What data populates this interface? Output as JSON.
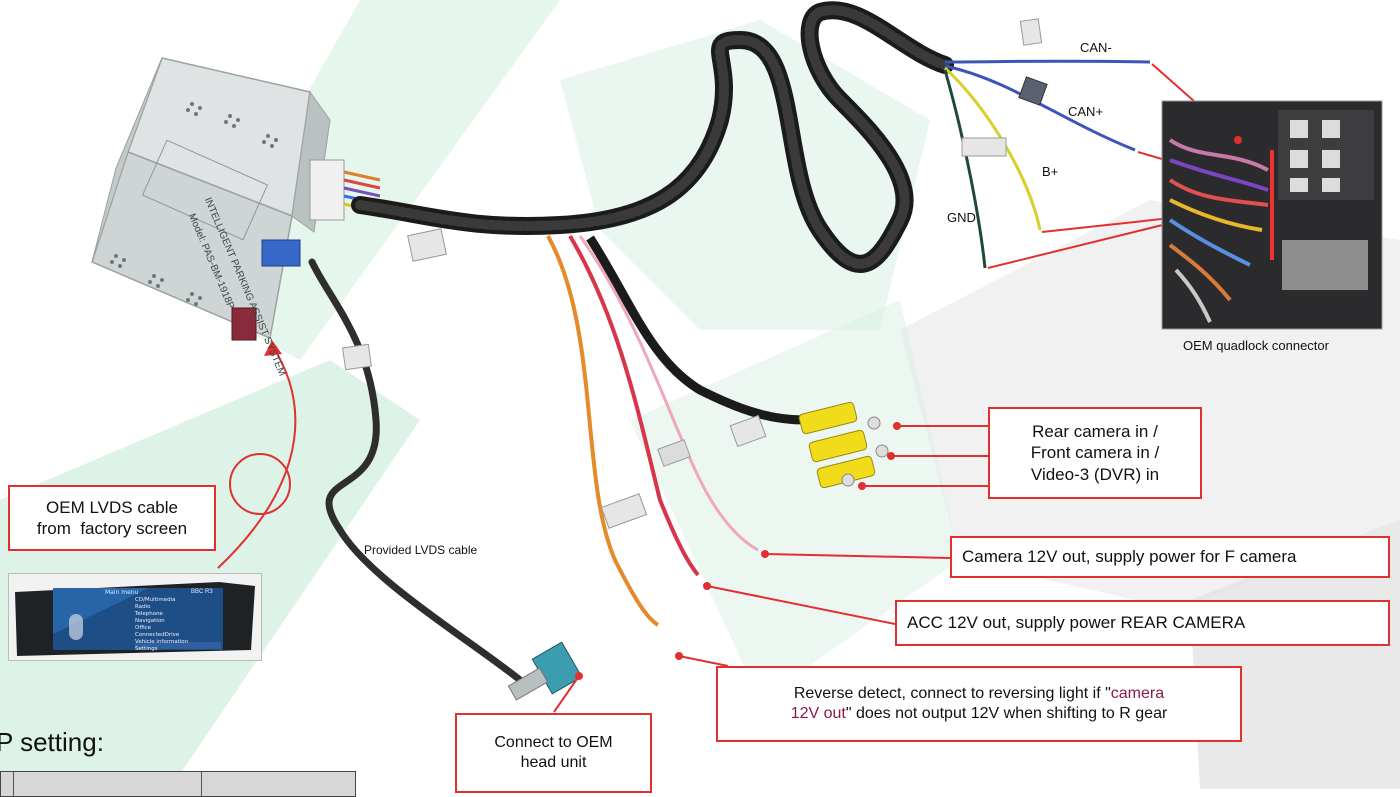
{
  "colors": {
    "callout_red": "#e03030",
    "watermark_green": "#c7e8d3",
    "watermark_gray": "#e9e9e9",
    "highlight_text": "#8b1a4a"
  },
  "module": {
    "model_text": "Model: PAS-BM-1918P",
    "system_text": "INTELLIGENT PARKING ASSIST SYSTEM"
  },
  "connector_photo": {
    "caption": "OEM quadlock connector"
  },
  "wire_labels": {
    "can_minus": "CAN-",
    "can_plus": "CAN+",
    "b_plus": "B+",
    "gnd": "GND",
    "provided_lvds": "Provided LVDS cable"
  },
  "callouts": {
    "video_inputs": [
      "Rear camera in /",
      "Front camera in /",
      "Video-3 (DVR) in"
    ],
    "camera_12v": "Camera 12V out, supply power for F camera",
    "acc_12v": "ACC 12V out, supply power REAR CAMERA",
    "reverse_line1_a": "Reverse detect, connect to reversing light if \"",
    "reverse_line1_b": "camera",
    "reverse_line2_a": "12V out",
    "reverse_line2_b": "\" does not output 12V when shifting to R gear",
    "oem_lvds": [
      "OEM LVDS cable",
      "from  factory screen"
    ],
    "head_unit": [
      "Connect to OEM",
      "head unit"
    ]
  },
  "screen": {
    "header_left": "Main menu",
    "header_right": "BBC R3",
    "menu_items": [
      "CD/Multimedia",
      "Radio",
      "Telephone",
      "Navigation",
      "Office",
      "ConnectedDrive",
      "Vehicle information",
      "Settings"
    ]
  },
  "section": {
    "title": "P setting:"
  }
}
